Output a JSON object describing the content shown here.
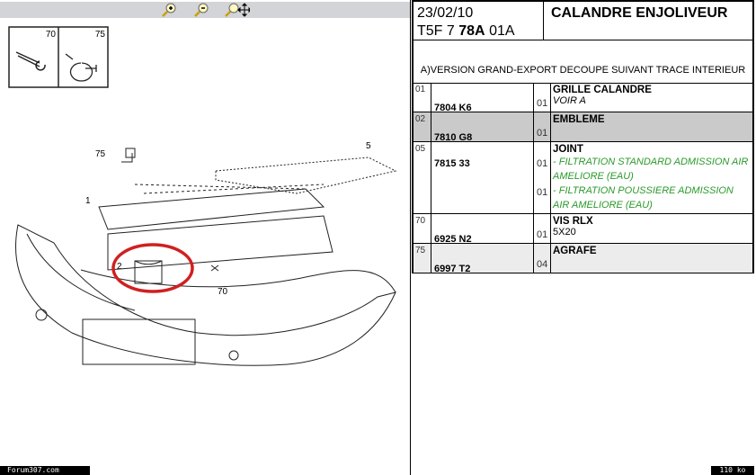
{
  "toolbar": {
    "zoom_in": "zoom-in-icon",
    "zoom_out": "zoom-out-icon",
    "pan": "zoom-pan-icon"
  },
  "diagram": {
    "inset_labels": [
      "70",
      "75"
    ],
    "callouts": [
      "75",
      "5",
      "1",
      "2",
      "70"
    ],
    "highlight_color": "#d02020"
  },
  "header": {
    "date": "23/02/10",
    "ref_prefix": "T5F 7",
    "ref_bold": "78A",
    "ref_suffix": "01A",
    "title": "CALANDRE ENJOLIVEUR"
  },
  "note": "A)VERSION GRAND-EXPORT DECOUPE SUIVANT TRACE INTERIEUR",
  "parts": [
    {
      "idx": "01",
      "ref": "7804 K6",
      "qty": "01",
      "name": "GRILLE CALANDRE",
      "detail": "VOIR A"
    },
    {
      "idx": "02",
      "ref": "7810 G8",
      "qty": "01",
      "name": "EMBLEME"
    },
    {
      "idx": "05",
      "ref": "7815 33",
      "name": "JOINT",
      "variants": [
        {
          "qty": "01",
          "text": "- FILTRATION STANDARD ADMISSION AIR AMELIORE (EAU)"
        },
        {
          "qty": "01",
          "text": "- FILTRATION POUSSIERE ADMISSION AIR AMELIORE (EAU)"
        }
      ]
    },
    {
      "idx": "70",
      "ref": "6925 N2",
      "qty": "01",
      "name": "VIS RLX",
      "detail": "5X20"
    },
    {
      "idx": "75",
      "ref": "6997 T2",
      "qty": "04",
      "name": "AGRAFE"
    }
  ],
  "footer": {
    "watermark": "Forum307.com",
    "size": "110 ko"
  }
}
